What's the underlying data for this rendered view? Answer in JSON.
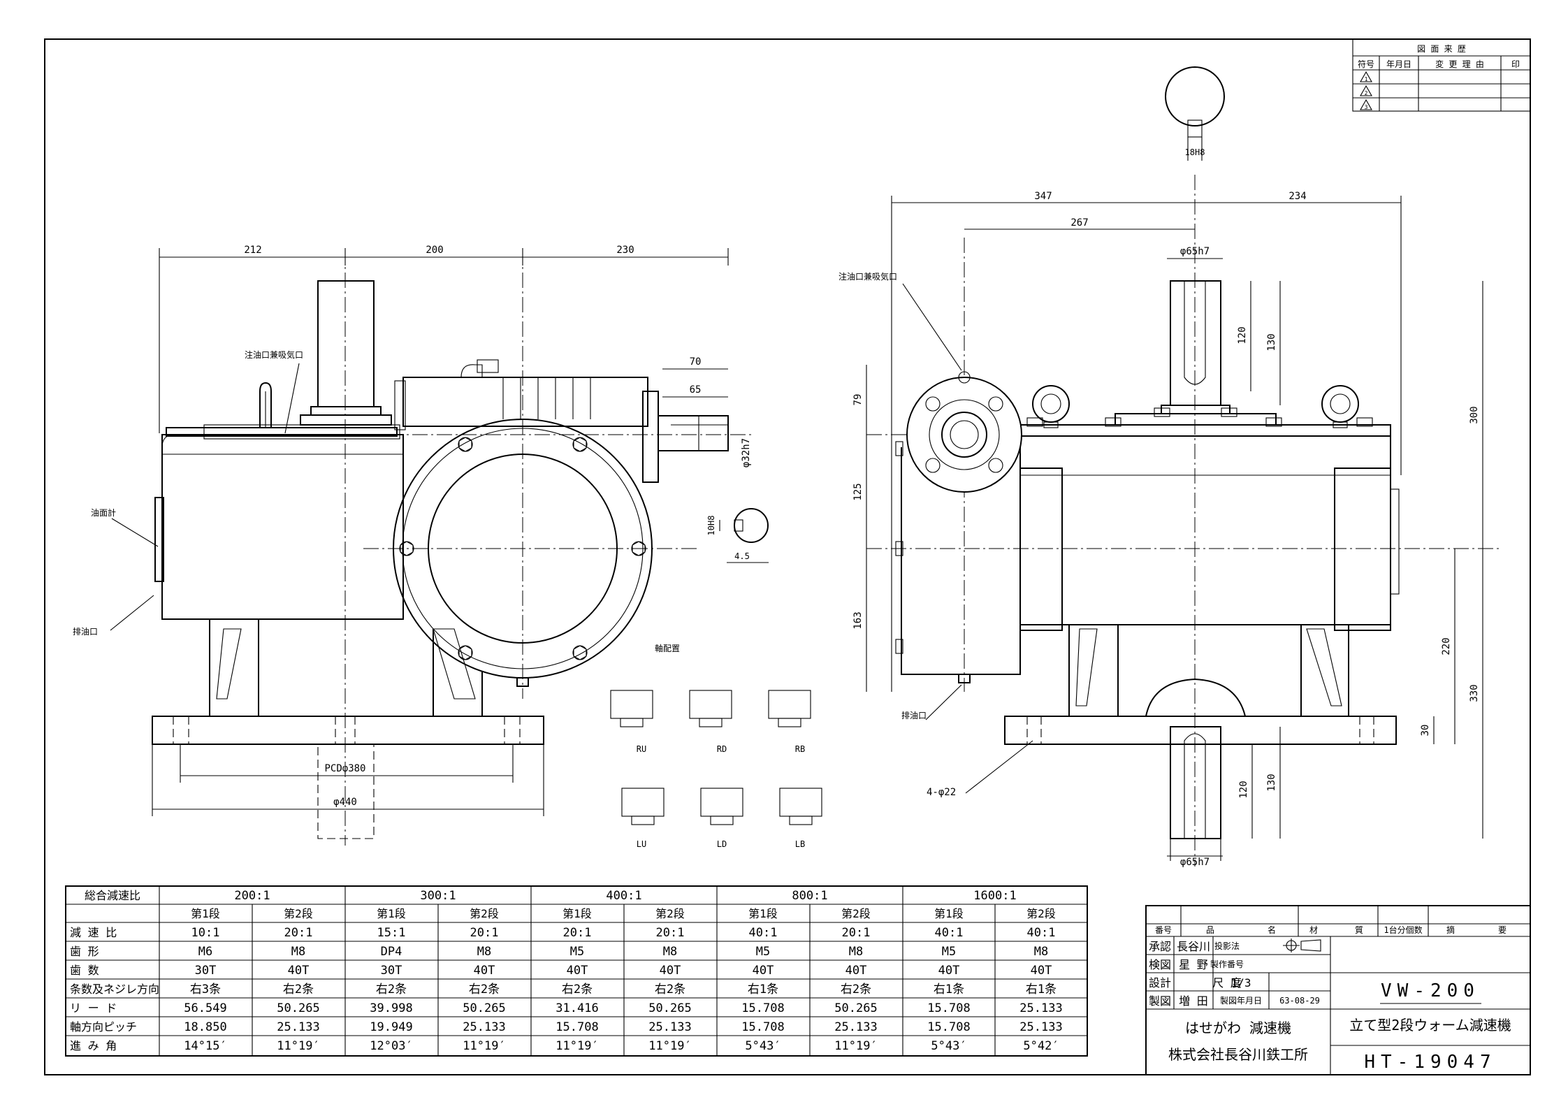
{
  "revision_block": {
    "title": "図 面 来 歴",
    "headers": [
      "符号",
      "年月日",
      "変 更 理 由",
      "印"
    ],
    "marks": [
      "1",
      "2",
      "3"
    ]
  },
  "front_view": {
    "dims_top": [
      "212",
      "200",
      "230"
    ],
    "dim_70": "70",
    "dim_65": "65",
    "shaft_dia": "φ32h7",
    "key_h": "10H8",
    "key_w": "4.5",
    "oil_inlet": "注油口兼吸気口",
    "oil_gauge": "油面計",
    "drain": "排油口",
    "pcd": "PCDφ380",
    "base_dia": "φ440"
  },
  "side_view": {
    "dim_347": "347",
    "dim_234": "234",
    "dim_267": "267",
    "shaft_top": "φ65h7",
    "shaft_bottom": "φ65h7",
    "key_top": "18H8",
    "d120a": "120",
    "d130a": "130",
    "d300": "300",
    "d79": "79",
    "d125": "125",
    "d163": "163",
    "d220": "220",
    "d330": "330",
    "d30": "30",
    "d120b": "120",
    "d130b": "130",
    "bolt_holes": "4-φ22",
    "oil_inlet": "注油口兼吸気口",
    "drain": "排油口"
  },
  "arrangement": {
    "title": "軸配置",
    "labels": [
      "RU",
      "RD",
      "RB",
      "LU",
      "LD",
      "LB"
    ]
  },
  "spec_table": {
    "corner": "総合減速比",
    "ratios": [
      "200:1",
      "300:1",
      "400:1",
      "800:1",
      "1600:1"
    ],
    "stage1": "第1段",
    "stage2": "第2段",
    "rows": [
      {
        "label": "減 速 比",
        "values": [
          "10:1",
          "20:1",
          "15:1",
          "20:1",
          "20:1",
          "20:1",
          "40:1",
          "20:1",
          "40:1",
          "40:1"
        ]
      },
      {
        "label": "歯  形",
        "values": [
          "M6",
          "M8",
          "DP4",
          "M8",
          "M5",
          "M8",
          "M5",
          "M8",
          "M5",
          "M8"
        ]
      },
      {
        "label": "歯  数",
        "values": [
          "30T",
          "40T",
          "30T",
          "40T",
          "40T",
          "40T",
          "40T",
          "40T",
          "40T",
          "40T"
        ]
      },
      {
        "label": "条数及ネジレ方向",
        "values": [
          "右3条",
          "右2条",
          "右2条",
          "右2条",
          "右2条",
          "右2条",
          "右1条",
          "右2条",
          "右1条",
          "右1条"
        ]
      },
      {
        "label": "リ ー ド",
        "values": [
          "56.549",
          "50.265",
          "39.998",
          "50.265",
          "31.416",
          "50.265",
          "15.708",
          "50.265",
          "15.708",
          "25.133"
        ]
      },
      {
        "label": "軸方向ピッチ",
        "values": [
          "18.850",
          "25.133",
          "19.949",
          "25.133",
          "15.708",
          "25.133",
          "15.708",
          "25.133",
          "15.708",
          "25.133"
        ]
      },
      {
        "label": "進 み 角",
        "values": [
          "14°15′",
          "11°19′",
          "12°03′",
          "11°19′",
          "11°19′",
          "11°19′",
          "5°43′",
          "11°19′",
          "5°43′",
          "5°42′"
        ]
      }
    ]
  },
  "title_block": {
    "parts_header": [
      "番号",
      "品",
      "名",
      "材",
      "質",
      "1台分個数",
      "摘",
      "要"
    ],
    "roles": [
      "承認",
      "検図",
      "設計",
      "製図"
    ],
    "names": [
      "長谷川",
      "星 野",
      "",
      "増 田"
    ],
    "projection": "投影法",
    "serial_label": "製作番号",
    "scale_label": "尺 度",
    "scale": "1/3",
    "date_label": "製図年月日",
    "date": "63-08-29",
    "model": "VW-200",
    "product": "立て型2段ウォーム減速機",
    "brand": "はせがわ 減速機",
    "company": "株式会社長谷川鉄工所",
    "drawing_no": "HT-19047"
  }
}
